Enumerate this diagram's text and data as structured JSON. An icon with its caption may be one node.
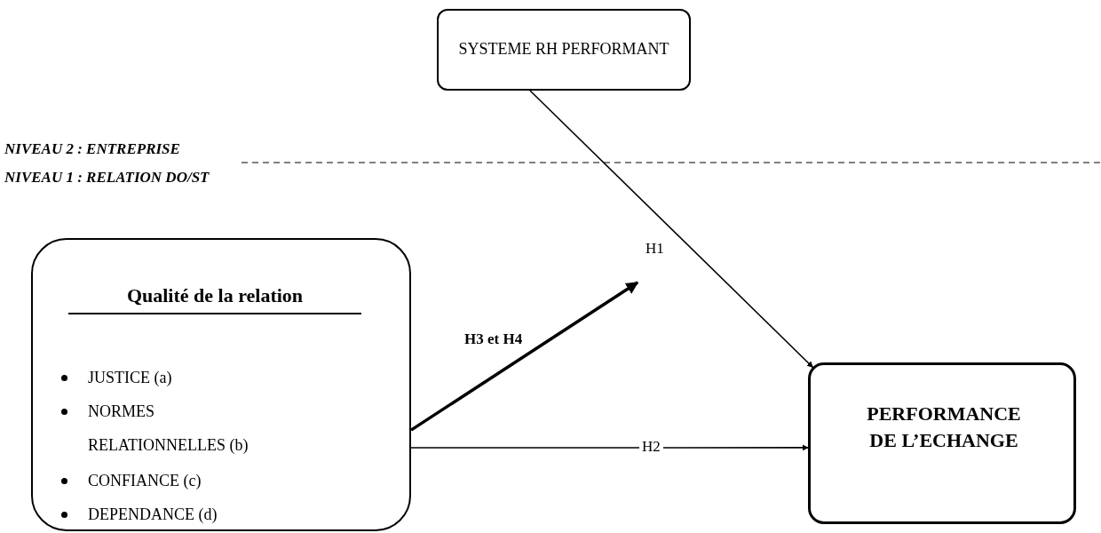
{
  "diagram": {
    "nodes": [
      {
        "text": [
          "SYSTEME RH PERFORMANT"
        ]
      },
      {
        "text": [
          "Qualité de la relation",
          "JUSTICE (a)",
          "NORMES RELATIONNELLES (b)",
          "CONFIANCE (c)",
          "DEPENDANCE (d)"
        ]
      },
      {
        "text": [
          "PERFORMANCE DE L’ECHANGE"
        ]
      }
    ],
    "edges": [
      {
        "from": 0,
        "to": 2,
        "arrow": "to",
        "label": "H1"
      },
      {
        "from": 1,
        "to": 2,
        "arrow": "to",
        "label": "H2"
      },
      {
        "from": 1,
        "to": null,
        "arrow": "to",
        "label": "H3 et H4",
        "style": "thick"
      }
    ],
    "labels": [
      "NIVEAU 2 : ENTREPRISE",
      "NIVEAU 1 : RELATION DO/ST"
    ]
  }
}
